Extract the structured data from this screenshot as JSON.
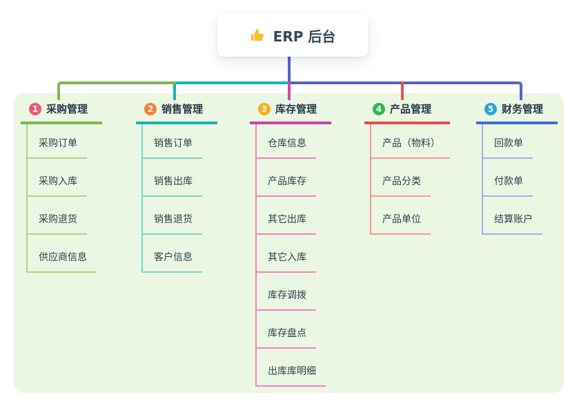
{
  "root": {
    "icon": "thumbs-up-icon",
    "label": "ERP 后台"
  },
  "colors": {
    "panel_background": "#ebf6e3",
    "root_connector_blue": "#5262cc",
    "connector_green": "#7cb94c",
    "connector_teal": "#13b5b1",
    "connector_magenta": "#ce4ba6",
    "connector_red": "#e8544b",
    "connector_blue": "#5262cc"
  },
  "branches": [
    {
      "index": "1",
      "label": "采购管理",
      "badge_color": "#f0576d",
      "line_color": "#7cb94c",
      "child_line_color": "#aed581",
      "children": [
        "采购订单",
        "采购入库",
        "采购退货",
        "供应商信息"
      ]
    },
    {
      "index": "2",
      "label": "销售管理",
      "badge_color": "#f87c3e",
      "line_color": "#13b5b1",
      "child_line_color": "#79d6c8",
      "children": [
        "销售订单",
        "销售出库",
        "销售退货",
        "客户信息"
      ]
    },
    {
      "index": "3",
      "label": "库存管理",
      "badge_color": "#f8ae18",
      "line_color": "#ce42a4",
      "child_line_color": "#ee83c4",
      "children": [
        "仓库信息",
        "产品库存",
        "其它出库",
        "其它入库",
        "库存调拨",
        "库存盘点",
        "出库库明细"
      ]
    },
    {
      "index": "4",
      "label": "产品管理",
      "badge_color": "#2fb750",
      "line_color": "#e84c44",
      "child_line_color": "#f49b94",
      "children": [
        "产品（物料）",
        "产品分类",
        "产品单位"
      ]
    },
    {
      "index": "5",
      "label": "财务管理",
      "badge_color": "#2ba4de",
      "line_color": "#3d6ed3",
      "child_line_color": "#9cb4ea",
      "children": [
        "回款单",
        "付款单",
        "结算账户"
      ]
    }
  ]
}
